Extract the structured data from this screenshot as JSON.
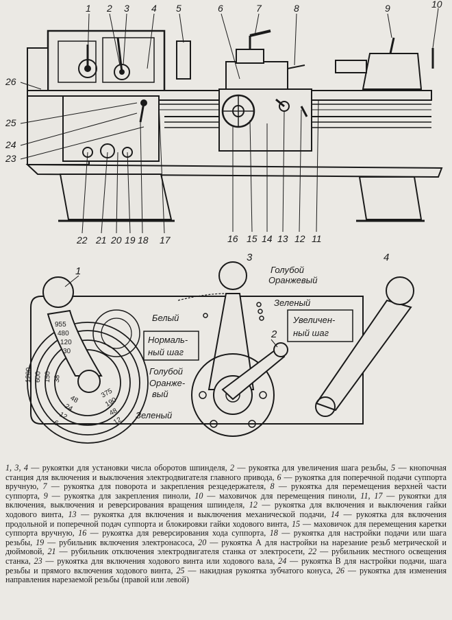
{
  "figure_top": {
    "callouts_top": [
      {
        "id": "c1",
        "text": "1"
      },
      {
        "id": "c2",
        "text": "2"
      },
      {
        "id": "c3",
        "text": "3"
      },
      {
        "id": "c4",
        "text": "4"
      },
      {
        "id": "c5",
        "text": "5"
      },
      {
        "id": "c6",
        "text": "6"
      },
      {
        "id": "c7",
        "text": "7"
      },
      {
        "id": "c8",
        "text": "8"
      },
      {
        "id": "c9",
        "text": "9"
      },
      {
        "id": "c10",
        "text": "10"
      }
    ],
    "callouts_left": [
      {
        "id": "c26",
        "text": "26"
      },
      {
        "id": "c25",
        "text": "25"
      },
      {
        "id": "c24",
        "text": "24"
      },
      {
        "id": "c23",
        "text": "23"
      }
    ],
    "callouts_bottom": [
      {
        "id": "c22",
        "text": "22"
      },
      {
        "id": "c21",
        "text": "21"
      },
      {
        "id": "c20",
        "text": "20"
      },
      {
        "id": "c19",
        "text": "19"
      },
      {
        "id": "c18",
        "text": "18"
      },
      {
        "id": "c17",
        "text": "17"
      },
      {
        "id": "c16",
        "text": "16"
      },
      {
        "id": "c15",
        "text": "15"
      },
      {
        "id": "c14",
        "text": "14"
      },
      {
        "id": "c13",
        "text": "13"
      },
      {
        "id": "c12",
        "text": "12"
      },
      {
        "id": "c11",
        "text": "11"
      }
    ]
  },
  "figure_bottom": {
    "callout_1": "1",
    "callout_2": "2",
    "callout_3": "3",
    "callout_4": "4",
    "label_blue_orange_top": "Голубой Оранжевый",
    "label_blue": "Голубой",
    "label_orange": "Оранжевый",
    "label_green_top": "Зеленый",
    "label_white": "Белый",
    "label_normal_line1": "Нормаль-",
    "label_normal_line2": "ный шаг",
    "label_increased_line1": "Увеличен-",
    "label_increased_line2": "ный шаг",
    "label_blue_bottom": "Голубой",
    "label_orange_bottom_line1": "Оранже-",
    "label_orange_bottom_line2": "вый",
    "label_green_bottom": "Зеленый",
    "dial_inner_numbers": [
      "955",
      "480",
      "120",
      "30"
    ],
    "dial_left_numbers": [
      "1200",
      "600",
      "150",
      "38"
    ],
    "dial_bottom_numbers": [
      "48",
      "24",
      "12",
      "6"
    ],
    "dial_right_numbers": [
      "375",
      "190",
      "48",
      "12"
    ]
  },
  "caption": {
    "items": [
      {
        "num": "1, 3, 4",
        "text": " — рукоятки для установки числа оборотов шпинделя, "
      },
      {
        "num": "2",
        "text": " — рукоятка для увеличения шага резьбы, "
      },
      {
        "num": "5",
        "text": " — кнопочная станция для включения и выключения электродвигателя главного привода, "
      },
      {
        "num": "6",
        "text": " — рукоятка для поперечной подачи суппорта вручную, "
      },
      {
        "num": "7",
        "text": " — рукоятка для поворота и закрепления резцедержателя, "
      },
      {
        "num": "8",
        "text": " — рукоятка для перемещения верхней части суппорта, "
      },
      {
        "num": "9",
        "text": " — рукоятка для закрепления пиноли, "
      },
      {
        "num": "10",
        "text": " — маховичок для перемещения пиноли, "
      },
      {
        "num": "11, 17",
        "text": " — рукоятки для включения, выключения и реверсирования вращения шпинделя, "
      },
      {
        "num": "12",
        "text": " — рукоятка для включения и выключения гайки ходового винта, "
      },
      {
        "num": "13",
        "text": " — рукоятка для включения и выключения механической подачи, "
      },
      {
        "num": "14",
        "text": " — рукоятка для включения продольной и поперечной подач суппорта и блокировки гайки ходового винта, "
      },
      {
        "num": "15",
        "text": " — маховичок для перемещения каретки суппорта вручную, "
      },
      {
        "num": "16",
        "text": " — рукоятка для реверсирования хода суппорта, "
      },
      {
        "num": "18",
        "text": " — рукоятка для настройки подачи или шага резьбы, "
      },
      {
        "num": "19",
        "text": " — рубильник включения электронасоса, "
      },
      {
        "num": "20",
        "text": " — рукоятка А для настройки на нарезание резьб метрической и дюймовой, "
      },
      {
        "num": "21",
        "text": " — рубильник отключения электродвигателя станка от электросети, "
      },
      {
        "num": "22",
        "text": " — рубильник местного освещения станка, "
      },
      {
        "num": "23",
        "text": " — рукоятка для включения ходового винта или ходового вала, "
      },
      {
        "num": "24",
        "text": " — рукоятка В для настройки подачи, шага резьбы и прямого включения ходового винта, "
      },
      {
        "num": "25",
        "text": " — накидная рукоятка зубчатого конуса, "
      },
      {
        "num": "26",
        "text": " — рукоятка для изменения направления нарезаемой резьбы (правой или левой)"
      }
    ]
  }
}
